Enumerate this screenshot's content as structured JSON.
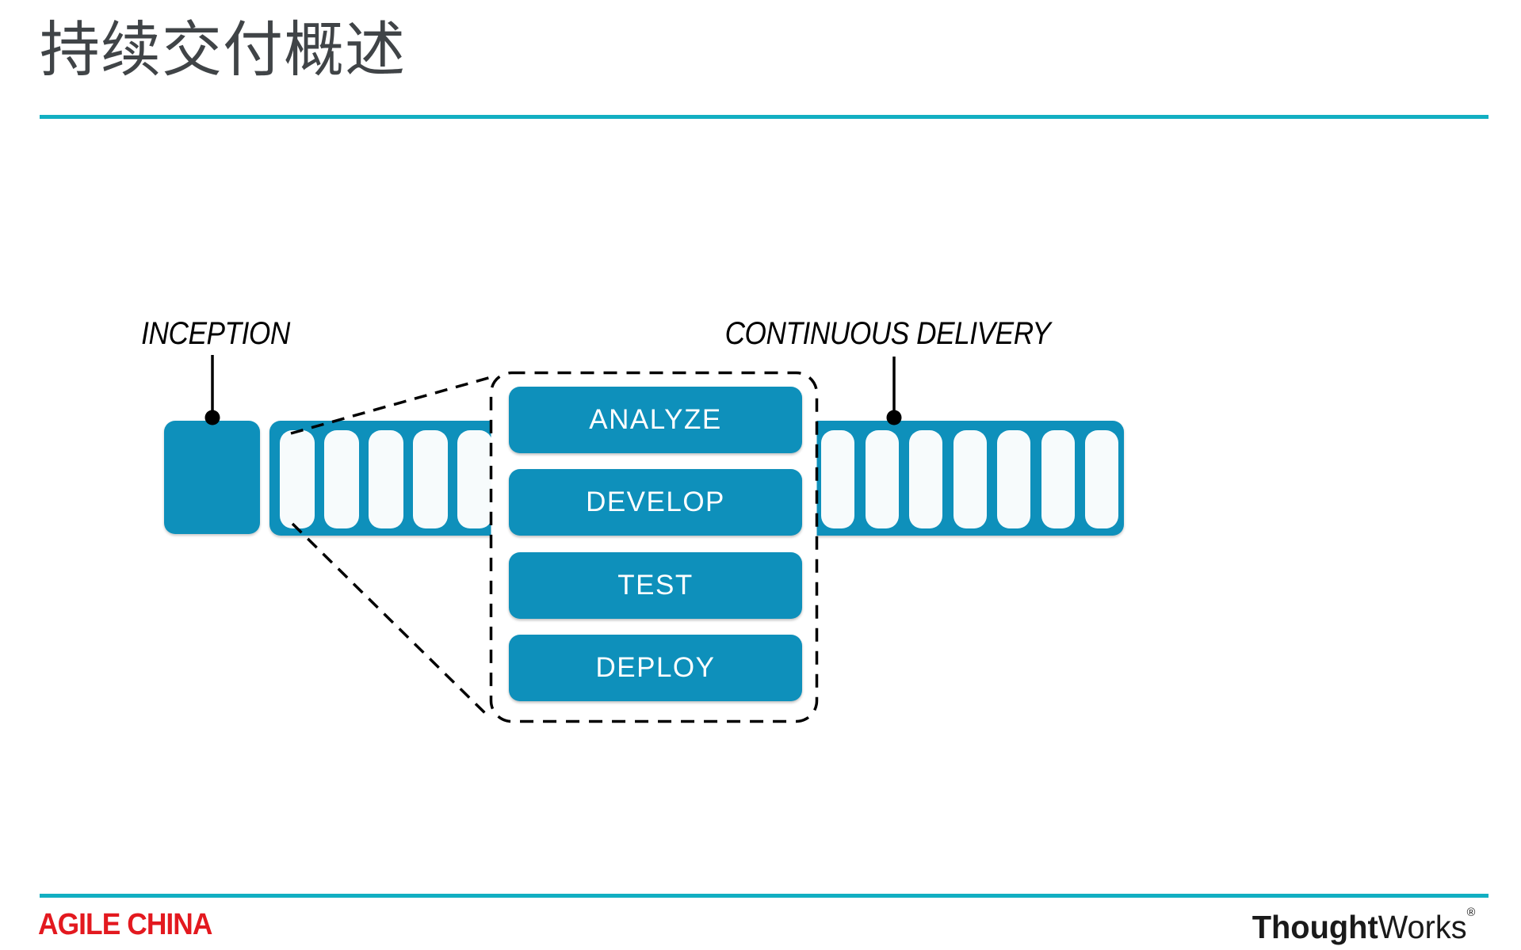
{
  "slide": {
    "title": "持续交付概述"
  },
  "colors": {
    "teal": "#0E90BB",
    "seg": "#F7FBFC",
    "rule": "#12AFC2",
    "title-gray": "#404447",
    "logo-red": "#E3191F",
    "logo-black": "#1A1A1A"
  },
  "diagram": {
    "inception_label": "INCEPTION",
    "continuous_delivery_label": "CONTINUOUS DELIVERY",
    "left_segment_count": 5,
    "right_segment_count": 7,
    "stages": [
      {
        "label": "ANALYZE"
      },
      {
        "label": "DEVELOP"
      },
      {
        "label": "TEST"
      },
      {
        "label": "DEPLOY"
      }
    ]
  },
  "footer": {
    "left_logo": "AGILE CHINA",
    "right_logo_bold": "Thought",
    "right_logo_regular": "Works",
    "registered_mark": "®"
  }
}
